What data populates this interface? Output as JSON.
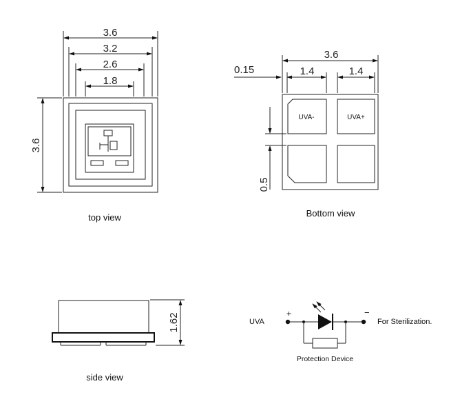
{
  "top_view": {
    "caption": "top view",
    "dim_outer": "3.6",
    "dim_2": "3.2",
    "dim_3": "2.6",
    "dim_inner": "1.8",
    "dim_height": "3.6"
  },
  "bottom_view": {
    "caption": "Bottom  view",
    "dim_width": "3.6",
    "dim_offset": "0.15",
    "dim_pad_left": "1.4",
    "dim_pad_right": "1.4",
    "dim_gap": "0.5",
    "pad_minus": "UVA-",
    "pad_plus": "UVA+"
  },
  "side_view": {
    "caption": "side view",
    "dim_height": "1.62"
  },
  "schematic": {
    "label": "UVA",
    "plus": "+",
    "minus": "−",
    "purpose": "For Sterilization.",
    "protection": "Protection Device"
  }
}
